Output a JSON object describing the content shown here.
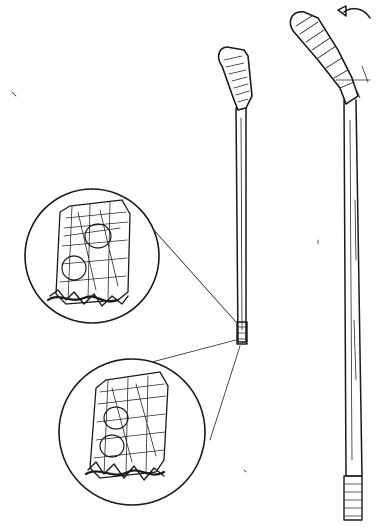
{
  "figure": {
    "subject": "hockey-stick-taping-illustration",
    "views": [
      "side-view-stick",
      "front-view-stick-with-rotation-arrow"
    ],
    "details": [
      "taped-end-detail-upper",
      "taped-end-detail-lower"
    ]
  },
  "colors": {
    "ink": "#1a1a1a",
    "paper": "#ffffff",
    "shade": "#2a2a2a"
  }
}
